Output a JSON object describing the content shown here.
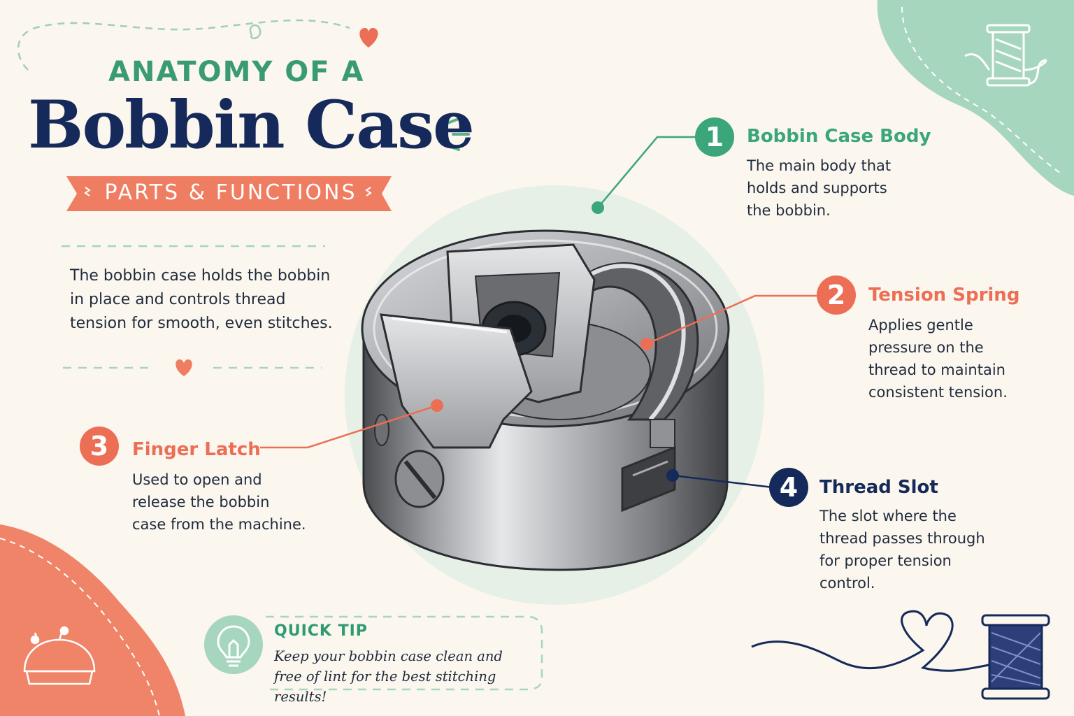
{
  "header": {
    "title_top": "ANATOMY OF A",
    "title_main": "Bobbin Case",
    "subtitle": "PARTS & FUNCTIONS"
  },
  "intro": "The bobbin case holds the bobbin in place and controls thread tension for smooth, even stitches.",
  "parts": [
    {
      "number": "1",
      "title": "Bobbin Case Body",
      "description": "The main body that holds and supports the bobbin.",
      "color": "#3aa67a"
    },
    {
      "number": "2",
      "title": "Tension Spring",
      "description": "Applies gentle pressure on the thread to maintain consistent tension.",
      "color": "#ec6e55"
    },
    {
      "number": "3",
      "title": "Finger Latch",
      "description": "Used to open and release the bobbin case from the machine.",
      "color": "#ec6e55"
    },
    {
      "number": "4",
      "title": "Thread Slot",
      "description": "The slot where the thread passes through for proper tension control.",
      "color": "#152a5a"
    }
  ],
  "tip": {
    "title": "QUICK TIP",
    "text": "Keep your bobbin case clean and free of lint for the best stitching results!",
    "icon": "lightbulb-icon"
  },
  "icons": [
    "thread-spool-icon",
    "pincushion-icon",
    "heart-icon",
    "lightbulb-icon"
  ],
  "colors": {
    "background": "#fbf6ee",
    "green": "#3aa67a",
    "coral": "#ec6e55",
    "navy": "#152a5a",
    "mint_blob": "#a6d6bd",
    "coral_blob": "#f08468"
  }
}
